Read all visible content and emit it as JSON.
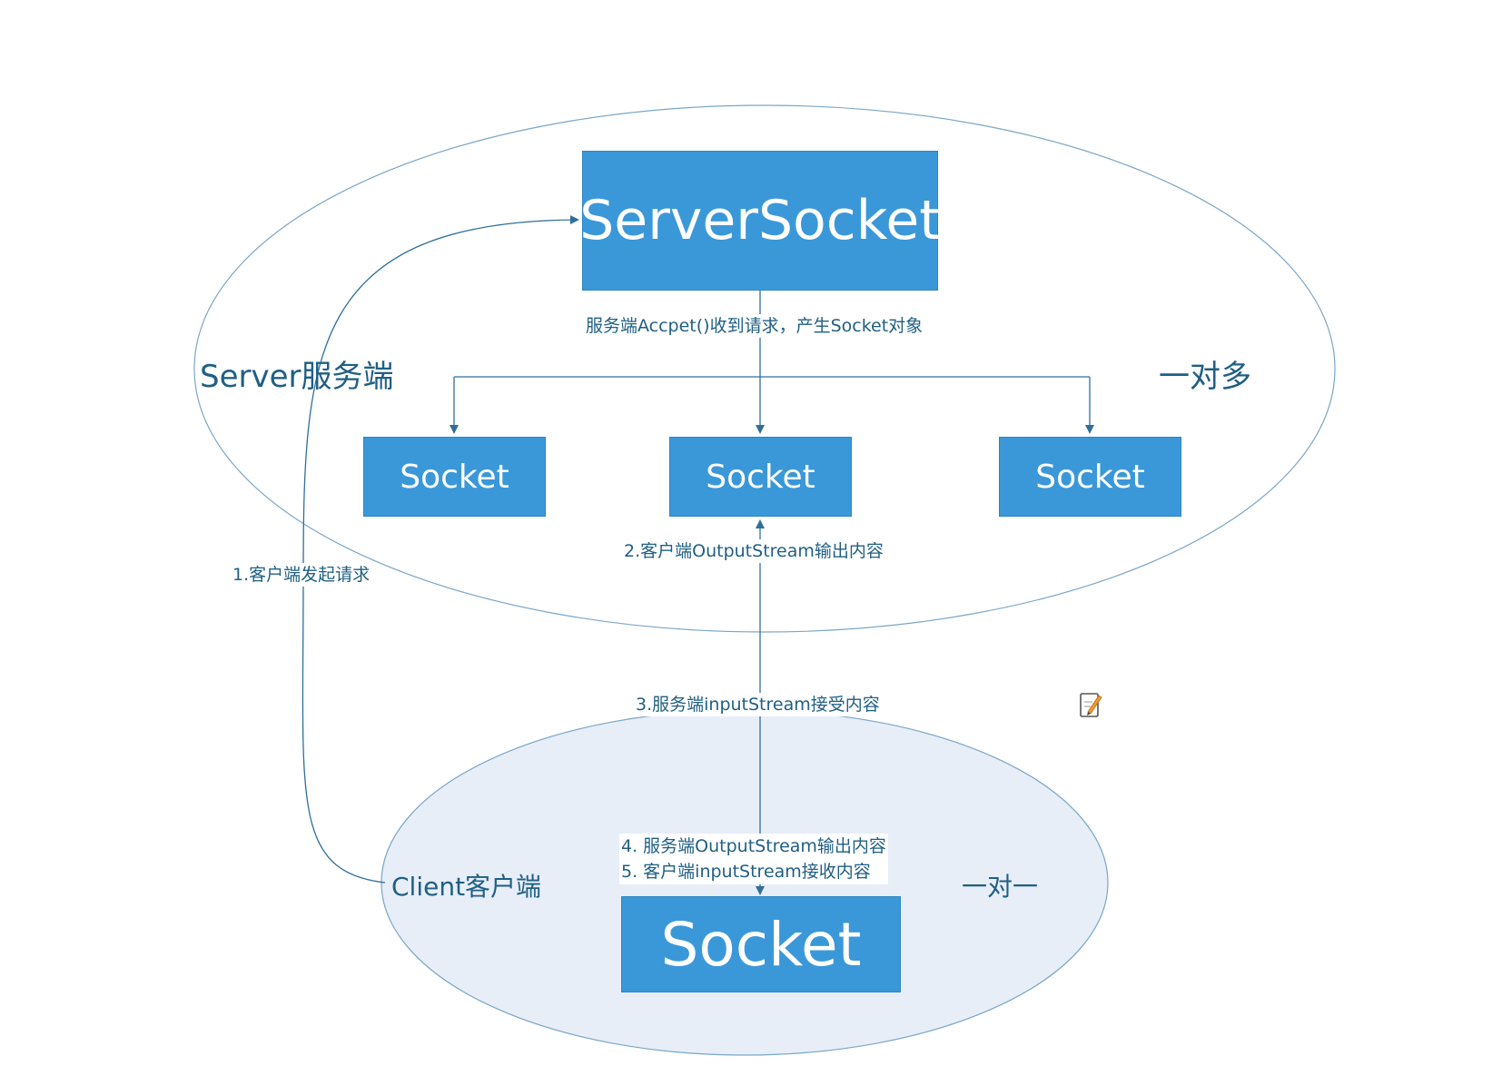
{
  "diagram": {
    "nodes": {
      "server_socket": "ServerSocket",
      "socket_left": "Socket",
      "socket_center": "Socket",
      "socket_right": "Socket",
      "client_socket": "Socket"
    },
    "regions": {
      "server": "Server服务端",
      "client": "Client客户端"
    },
    "multiplicity": {
      "server": "一对多",
      "client": "一对一"
    },
    "edges": {
      "accept": "服务端Accpet()收到请求，产生Socket对象",
      "step1": "1.客户端发起请求",
      "step2": "2.客户端OutputStream输出内容",
      "step3": "3.服务端inputStream接受内容",
      "step4": "4. 服务端OutputStream输出内容",
      "step5": "5. 客户端inputStream接收内容"
    },
    "icons": {
      "edit": "edit-note-icon"
    },
    "colors": {
      "box_fill": "#3a98d9",
      "box_text": "#ffffff",
      "line": "#2f6f9a",
      "label_text": "#1f5f83",
      "client_region_fill": "#e7eef8",
      "region_stroke": "#7aa6c8"
    }
  }
}
